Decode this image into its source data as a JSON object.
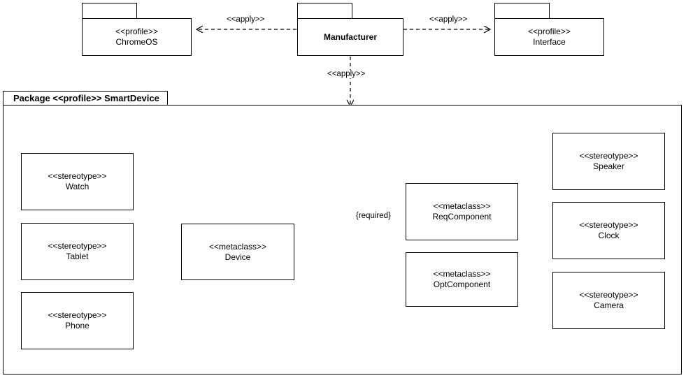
{
  "diagram": {
    "type": "uml-profile-diagram",
    "colors": {
      "stroke": "#000000",
      "fill": "#ffffff",
      "text": "#000000"
    },
    "packages": [
      {
        "id": "chromeos",
        "stereotype": "<<profile>>",
        "name": "ChromeOS",
        "bold": false
      },
      {
        "id": "manufacturer",
        "stereotype": "",
        "name": "Manufacturer",
        "bold": true
      },
      {
        "id": "interface",
        "stereotype": "<<profile>>",
        "name": "Interface",
        "bold": false
      }
    ],
    "smart_device_package": {
      "label": "Package <<profile>> SmartDevice"
    },
    "classes": [
      {
        "id": "watch",
        "stereotype": "<<stereotype>>",
        "name": "Watch"
      },
      {
        "id": "tablet",
        "stereotype": "<<stereotype>>",
        "name": "Tablet"
      },
      {
        "id": "phone",
        "stereotype": "<<stereotype>>",
        "name": "Phone"
      },
      {
        "id": "device",
        "stereotype": "<<metaclass>>",
        "name": "Device"
      },
      {
        "id": "reqcomponent",
        "stereotype": "<<metaclass>>",
        "name": "ReqComponent"
      },
      {
        "id": "optcomponent",
        "stereotype": "<<metaclass>>",
        "name": "OptComponent"
      },
      {
        "id": "speaker",
        "stereotype": "<<stereotype>>",
        "name": "Speaker"
      },
      {
        "id": "clock",
        "stereotype": "<<stereotype>>",
        "name": "Clock"
      },
      {
        "id": "camera",
        "stereotype": "<<stereotype>>",
        "name": "Camera"
      }
    ],
    "edge_labels": {
      "apply_left": "<<apply>>",
      "apply_right": "<<apply>>",
      "apply_down": "<<apply>>",
      "required": "{required}"
    }
  }
}
